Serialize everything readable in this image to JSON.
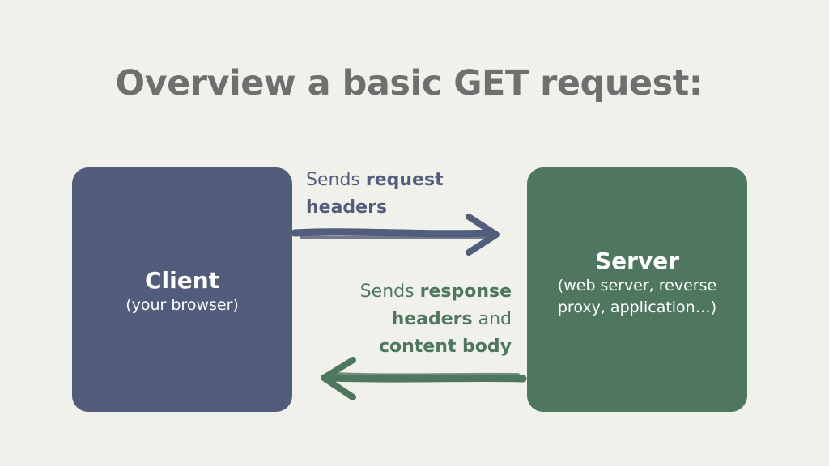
{
  "title": "Overview a basic GET request:",
  "client": {
    "title": "Client",
    "subtitle": "(your browser)"
  },
  "server": {
    "title": "Server",
    "subtitle": "(web server, reverse proxy, application…)"
  },
  "request_label": {
    "pre": "Sends ",
    "bold": "request headers"
  },
  "response_label": {
    "pre": "Sends ",
    "bold1": "response headers",
    "mid": " and ",
    "bold2": "content body"
  },
  "colors": {
    "background": "#f1f1ec",
    "title": "#6f6f6f",
    "client": "#525c7b",
    "server": "#4f7760"
  }
}
